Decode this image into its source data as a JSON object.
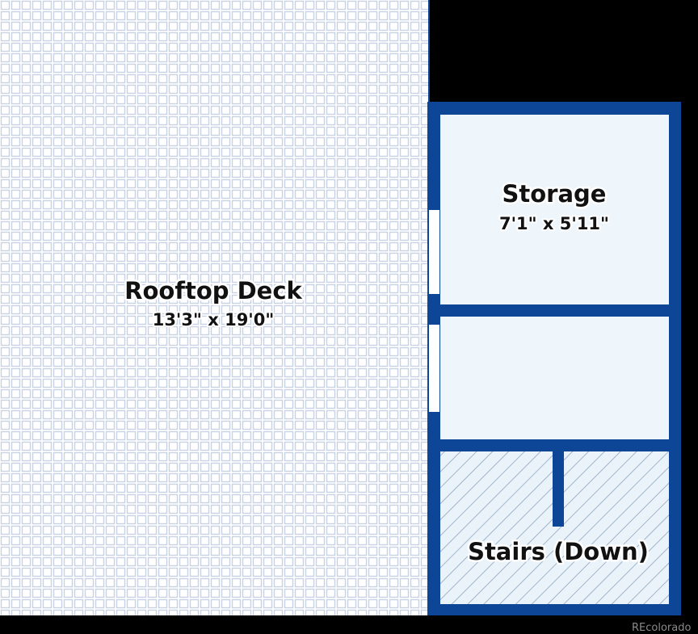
{
  "colors": {
    "background": "#000000",
    "wall": "#0d4597",
    "room_fill": "#eef6fc",
    "deck_fill": "#ffffff",
    "deck_tile": "#c7d3e4",
    "stairs_hatch": "#8ea4c0",
    "label": "#111111"
  },
  "rooms": {
    "rooftop_deck": {
      "name": "Rooftop Deck",
      "dimensions": "13'3\" x 19'0\""
    },
    "storage": {
      "name": "Storage",
      "dimensions": "7'1\" x 5'11\""
    },
    "stairs": {
      "name": "Stairs (Down)"
    }
  },
  "watermark": "REcolorado"
}
